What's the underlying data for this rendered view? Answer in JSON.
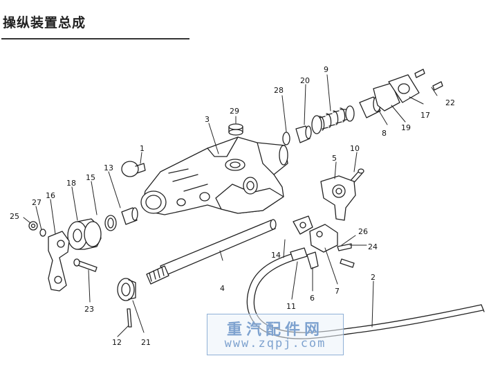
{
  "page": {
    "title": "操纵装置总成"
  },
  "callouts": [
    {
      "id": "c1",
      "text": "1"
    },
    {
      "id": "c2",
      "text": "2"
    },
    {
      "id": "c3",
      "text": "3"
    },
    {
      "id": "c4",
      "text": "4"
    },
    {
      "id": "c5",
      "text": "5"
    },
    {
      "id": "c6",
      "text": "6"
    },
    {
      "id": "c7",
      "text": "7"
    },
    {
      "id": "c8",
      "text": "8"
    },
    {
      "id": "c9",
      "text": "9"
    },
    {
      "id": "c10",
      "text": "10"
    },
    {
      "id": "c11",
      "text": "11"
    },
    {
      "id": "c12",
      "text": "12"
    },
    {
      "id": "c13",
      "text": "13"
    },
    {
      "id": "c14",
      "text": "14"
    },
    {
      "id": "c15",
      "text": "15"
    },
    {
      "id": "c16",
      "text": "16"
    },
    {
      "id": "c17",
      "text": "17"
    },
    {
      "id": "c18",
      "text": "18"
    },
    {
      "id": "c19",
      "text": "19"
    },
    {
      "id": "c20",
      "text": "20"
    },
    {
      "id": "c21",
      "text": "21"
    },
    {
      "id": "c22",
      "text": "22"
    },
    {
      "id": "c23",
      "text": "23"
    },
    {
      "id": "c24",
      "text": "24"
    },
    {
      "id": "c25",
      "text": "25"
    },
    {
      "id": "c26",
      "text": "26"
    },
    {
      "id": "c27",
      "text": "27"
    },
    {
      "id": "c28",
      "text": "28"
    },
    {
      "id": "c29",
      "text": "29"
    }
  ],
  "watermark": {
    "name": "重汽配件网",
    "url": "www.zqpj.com"
  }
}
